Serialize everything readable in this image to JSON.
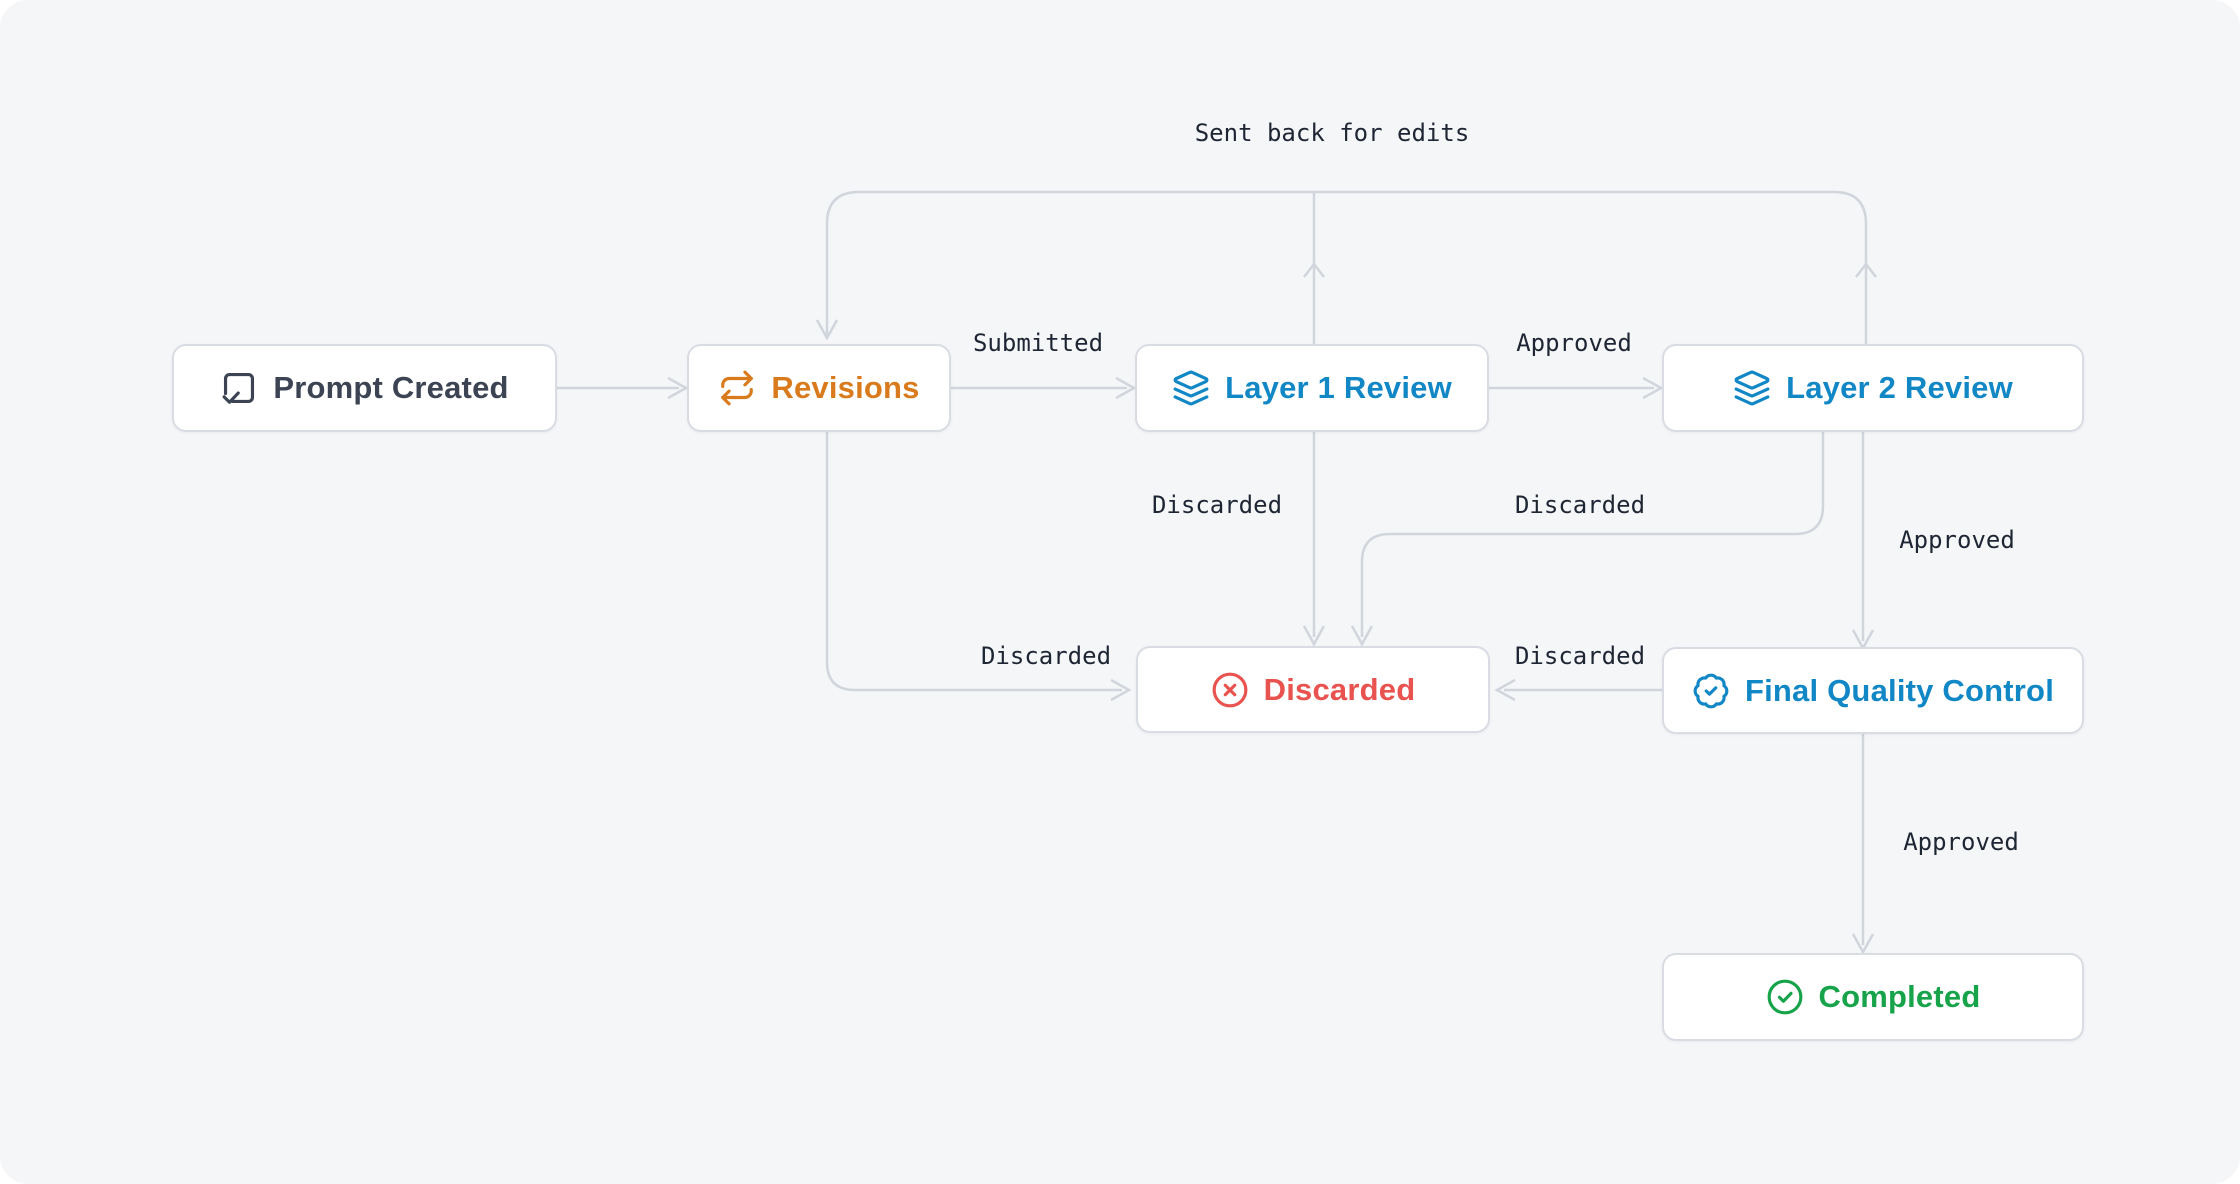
{
  "diagram": {
    "title": "prompt review workflow flowchart",
    "colors": {
      "canvas_bg": "#f5f6f8",
      "edge": "#d1d5dc",
      "edge_label": "#1e2533",
      "node_border": "#d9dce3",
      "node_default": "#3c4454",
      "orange": "#d97b1c",
      "blue": "#1287c6",
      "red": "#e9534f",
      "green": "#16a34a"
    },
    "nodes": [
      {
        "id": "prompt-created",
        "label": "Prompt Created",
        "icon": "square-check-icon",
        "color": "#3c4454"
      },
      {
        "id": "revisions",
        "label": "Revisions",
        "icon": "repeat-icon",
        "color": "#d97b1c"
      },
      {
        "id": "layer-1-review",
        "label": "Layer 1 Review",
        "icon": "layers-icon",
        "color": "#1287c6"
      },
      {
        "id": "layer-2-review",
        "label": "Layer 2 Review",
        "icon": "layers-icon",
        "color": "#1287c6"
      },
      {
        "id": "discarded",
        "label": "Discarded",
        "icon": "circle-x-icon",
        "color": "#e9534f"
      },
      {
        "id": "final-quality-control",
        "label": "Final Quality Control",
        "icon": "badge-check-icon",
        "color": "#1287c6"
      },
      {
        "id": "completed",
        "label": "Completed",
        "icon": "circle-check-icon",
        "color": "#16a34a"
      }
    ],
    "edge_labels": [
      {
        "id": "sent-back-for-edits",
        "text": "Sent back for edits"
      },
      {
        "id": "submitted",
        "text": "Submitted"
      },
      {
        "id": "approved-layer1-to-layer2",
        "text": "Approved"
      },
      {
        "id": "discarded-from-layer1",
        "text": "Discarded"
      },
      {
        "id": "discarded-from-layer2",
        "text": "Discarded"
      },
      {
        "id": "approved-layer2-to-fqc",
        "text": "Approved"
      },
      {
        "id": "discarded-from-revisions",
        "text": "Discarded"
      },
      {
        "id": "discarded-from-fqc",
        "text": "Discarded"
      },
      {
        "id": "approved-fqc-to-completed",
        "text": "Approved"
      }
    ]
  }
}
